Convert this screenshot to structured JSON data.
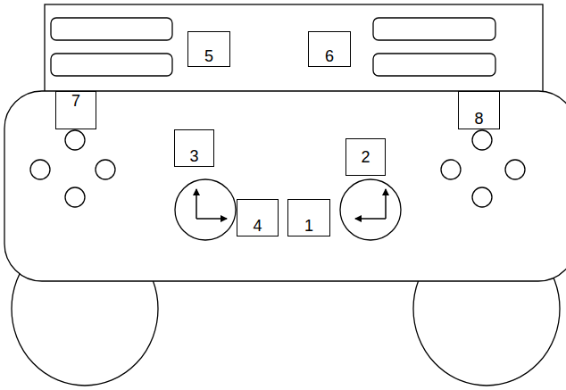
{
  "diagram": {
    "nodes": [
      {
        "text": [
          "5"
        ]
      },
      {
        "text": [
          "6"
        ]
      },
      {
        "text": [
          "7"
        ]
      },
      {
        "text": [
          "8"
        ]
      },
      {
        "text": [
          "3"
        ]
      },
      {
        "text": [
          "2"
        ]
      },
      {
        "text": [
          "4"
        ]
      },
      {
        "text": [
          "1"
        ]
      }
    ]
  }
}
